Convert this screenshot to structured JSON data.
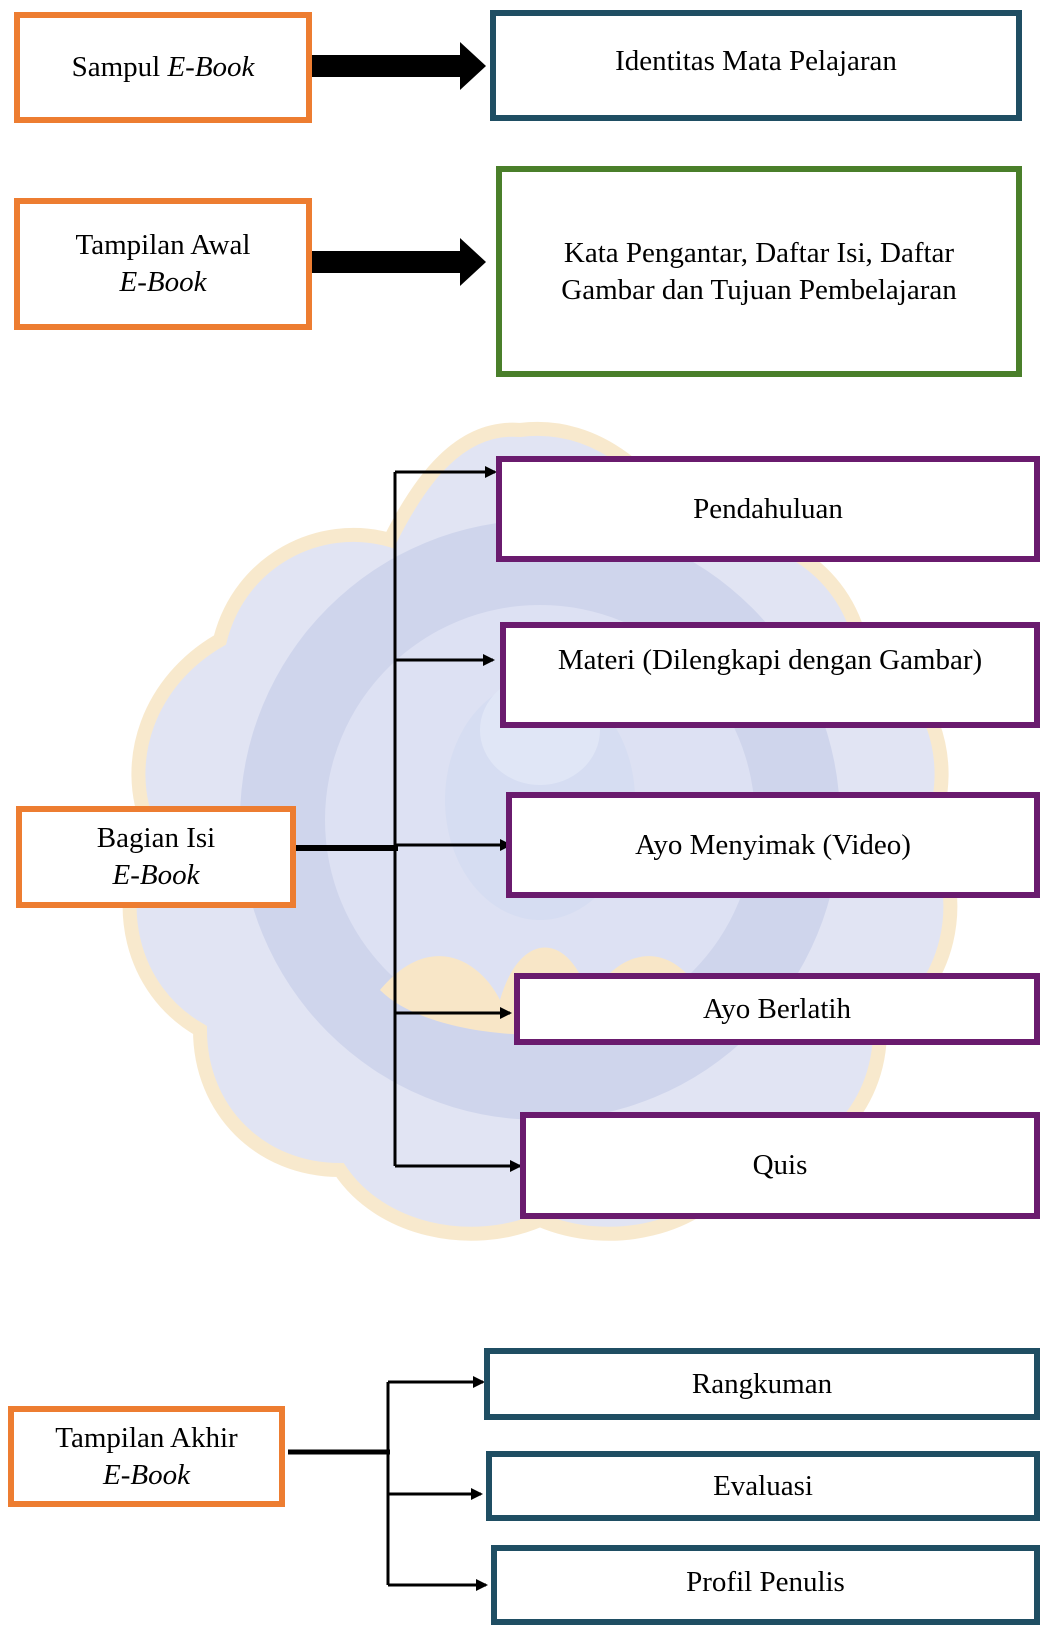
{
  "colors": {
    "orange": "#ED7D31",
    "blue": "#1F4E63",
    "green": "#4A7F2A",
    "purple": "#6A1B6E",
    "watermark_blue": "#8C97CE",
    "watermark_gold": "#F3C880"
  },
  "sections": {
    "cover": {
      "label": "Sampul ",
      "label_italic": "E-Book",
      "target": "Identitas Mata Pelajaran"
    },
    "opening": {
      "label_line1": "Tampilan Awal",
      "label_line2": "E-Book",
      "target_line1": "Kata Pengantar, Daftar Isi, Daftar",
      "target_line2": "Gambar dan Tujuan Pembelajaran"
    },
    "content": {
      "label_line1": "Bagian Isi",
      "label_line2": "E-Book",
      "items": [
        "Pendahuluan",
        "Materi (Dilengkapi dengan Gambar)",
        "Ayo Menyimak (Video)",
        "Ayo Berlatih",
        "Quis"
      ]
    },
    "closing": {
      "label_line1": "Tampilan Akhir",
      "label_line2": "E-Book",
      "items": [
        "Rangkuman",
        "Evaluasi",
        "Profil Penulis"
      ]
    }
  },
  "watermark": {
    "icon": "university-seal-icon"
  }
}
